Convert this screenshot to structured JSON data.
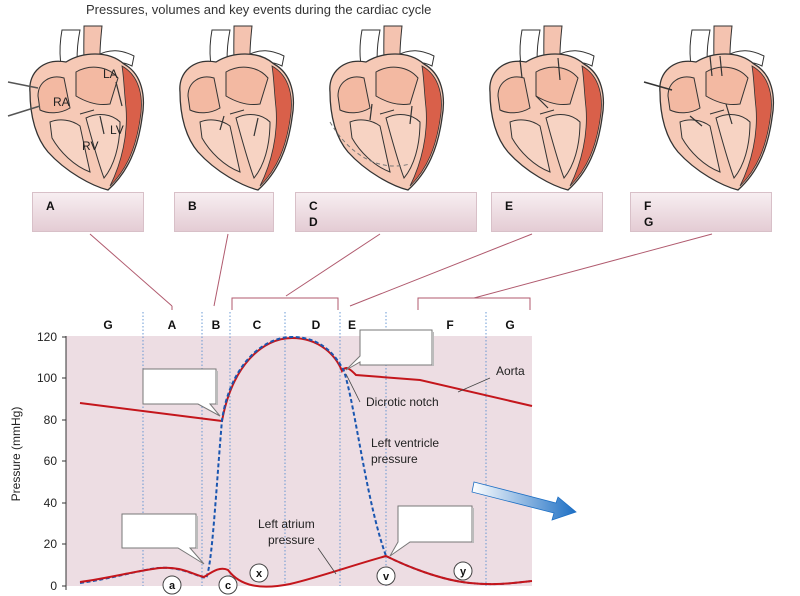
{
  "title": "Pressures, volumes and key events during the cardiac cycle",
  "heart_labels": {
    "ra": "RA",
    "la": "LA",
    "rv": "RV",
    "lv": "LV"
  },
  "label_boxes": [
    {
      "lines": [
        "A"
      ]
    },
    {
      "lines": [
        "B"
      ]
    },
    {
      "lines": [
        "C",
        "D"
      ]
    },
    {
      "lines": [
        "E"
      ]
    },
    {
      "lines": [
        "F",
        "G"
      ]
    }
  ],
  "phases": [
    "G",
    "A",
    "B",
    "C",
    "D",
    "E",
    "F",
    "G"
  ],
  "y_axis": {
    "label": "Pressure (mmHg)",
    "ticks": [
      "120",
      "100",
      "80",
      "60",
      "40",
      "20",
      "0"
    ]
  },
  "annotations": {
    "aorta": "Aorta",
    "dicrotic_notch": "Dicrotic notch",
    "lv_pressure_1": "Left ventricle",
    "lv_pressure_2": "pressure",
    "la_pressure_1": "Left atrium",
    "la_pressure_2": "pressure"
  },
  "waves": [
    "a",
    "c",
    "x",
    "v",
    "y"
  ],
  "colors": {
    "plot_bg": "#eddde3",
    "aorta": "#c4161c",
    "lv": "#1a56b0",
    "bracket": "#b05a6e",
    "grid": "#5a8fd0",
    "heart_wall": "#f2b8a0",
    "heart_dark": "#d9604a"
  }
}
